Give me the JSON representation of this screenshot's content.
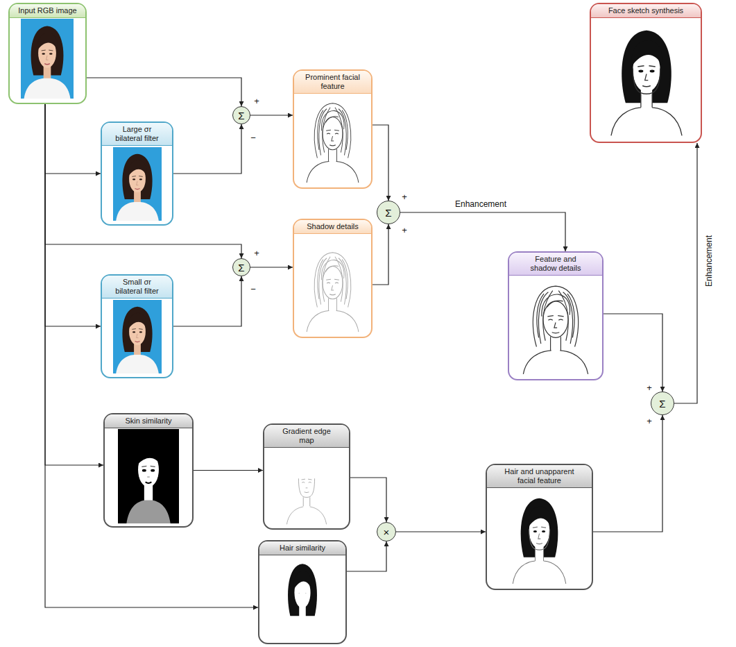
{
  "diagram": {
    "nodes": [
      {
        "text": [
          "Input RGB image"
        ]
      },
      {
        "text": [
          "Face sketch synthesis"
        ]
      },
      {
        "text": [
          "Prominent facial feature"
        ]
      },
      {
        "text": [
          "Σ"
        ]
      },
      {
        "text": [
          "Large σr bilateral filter"
        ]
      },
      {
        "text": [
          "Σ"
        ]
      },
      {
        "text": [
          "Shadow details"
        ]
      },
      {
        "text": [
          "Σ"
        ]
      },
      {
        "text": [
          "Small σr bilateral filter"
        ]
      },
      {
        "text": [
          "Feature and shadow details"
        ]
      },
      {
        "text": [
          "Σ"
        ]
      },
      {
        "text": [
          "Skin similarity"
        ]
      },
      {
        "text": [
          "Gradient edge map"
        ]
      },
      {
        "text": [
          "×"
        ]
      },
      {
        "text": [
          "Hair and unapparent facial feature"
        ]
      },
      {
        "text": [
          "Hair similarity"
        ]
      }
    ],
    "edges": [
      {
        "from": 0,
        "to": 3,
        "arrow": "to"
      },
      {
        "from": 0,
        "to": 4,
        "arrow": "to"
      },
      {
        "from": 4,
        "to": 3,
        "arrow": "to"
      },
      {
        "from": 3,
        "to": 2,
        "arrow": "to"
      },
      {
        "from": 0,
        "to": 7,
        "arrow": "to"
      },
      {
        "from": 0,
        "to": 8,
        "arrow": "to"
      },
      {
        "from": 8,
        "to": 7,
        "arrow": "to"
      },
      {
        "from": 7,
        "to": 6,
        "arrow": "to"
      },
      {
        "from": 2,
        "to": 5,
        "arrow": "to"
      },
      {
        "from": 6,
        "to": 5,
        "arrow": "to"
      },
      {
        "from": 5,
        "to": 9,
        "label": "Enhancement",
        "arrow": "to"
      },
      {
        "from": 0,
        "to": 11,
        "arrow": "to"
      },
      {
        "from": 11,
        "to": 12,
        "arrow": "to"
      },
      {
        "from": 0,
        "to": 15,
        "arrow": "to"
      },
      {
        "from": 12,
        "to": 13,
        "arrow": "to"
      },
      {
        "from": 15,
        "to": 13,
        "arrow": "to"
      },
      {
        "from": 13,
        "to": 14,
        "arrow": "to"
      },
      {
        "from": 9,
        "to": 10,
        "arrow": "to"
      },
      {
        "from": 14,
        "to": 10,
        "arrow": "to"
      },
      {
        "from": 10,
        "to": 1,
        "label": "Enhancement",
        "arrow": "to"
      }
    ],
    "labels": [
      "+",
      "−",
      "+",
      "−",
      "+",
      "+",
      "+",
      "+"
    ]
  }
}
